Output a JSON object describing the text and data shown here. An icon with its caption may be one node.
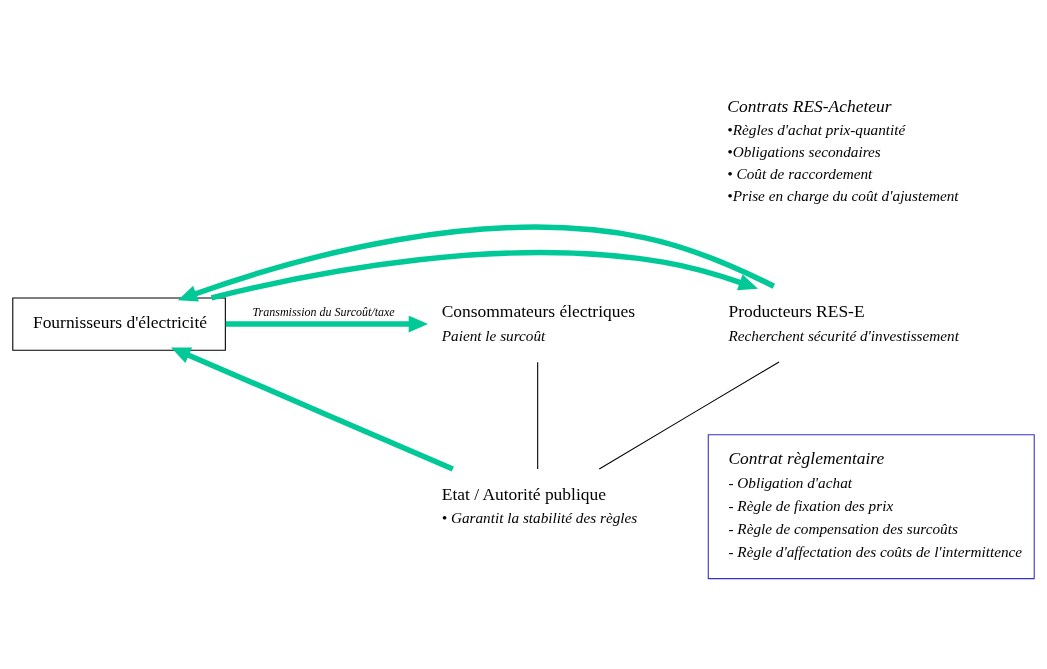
{
  "diagram": {
    "nodes": [
      {
        "text": [
          "Producteurs RES-E",
          "Recherchent sécurité d'investissement"
        ]
      },
      {
        "text": [
          "Fournisseurs d'électricité"
        ]
      },
      {
        "text": [
          "Consommateurs électriques",
          "Paient le surcoût"
        ]
      },
      {
        "text": [
          "Contrat règlementaire",
          "- Obligation d'achat",
          "- Règle de fixation des prix",
          "- Règle de compensation des surcoûts",
          "- Règle d'affectation des coûts de l'intermittence"
        ]
      },
      {
        "text": [
          "Etat / Autorité publique",
          "• Garantit la stabilité des règles"
        ]
      }
    ],
    "edges": [
      {
        "from": 1,
        "to": 0,
        "arrow": "to"
      },
      {
        "from": 0,
        "to": 1,
        "arrow": "to"
      },
      {
        "from": 1,
        "to": 2,
        "arrow": "to",
        "label": "Transmission du Surcoût/taxe"
      },
      {
        "from": 4,
        "to": 1,
        "arrow": "to"
      },
      {
        "from": 0,
        "to": 4,
        "arrow": "none",
        "color": "#000000"
      },
      {
        "from": 2,
        "to": 4,
        "arrow": "none",
        "color": "#000000"
      }
    ],
    "labels": [
      "Contrats RES-Acheteur",
      "•Règles d'achat prix-quantité",
      "•Obligations secondaires",
      "• Coût de raccordement",
      "•Prise en charge du coût d'ajustement"
    ]
  }
}
